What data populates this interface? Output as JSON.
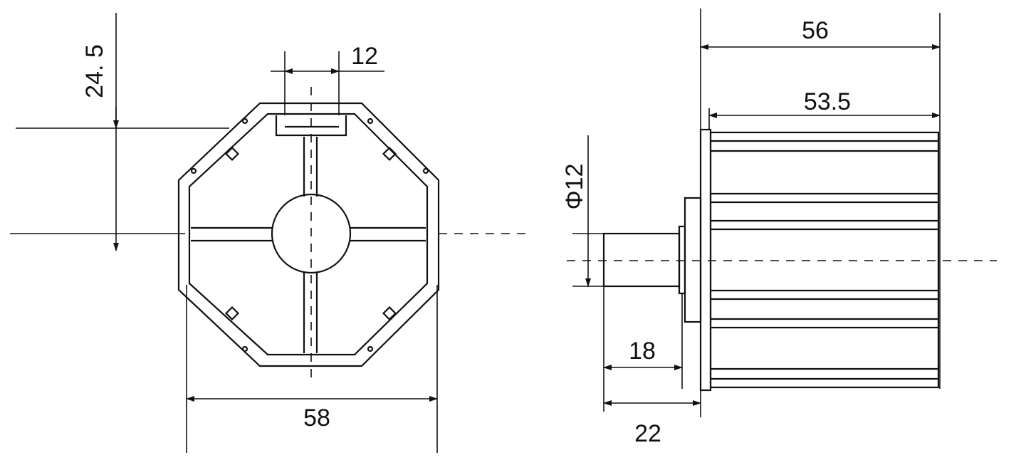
{
  "front_view": {
    "dim_top_offset": "24. 5",
    "dim_groove_width": "12",
    "dim_width": "58"
  },
  "side_view": {
    "dim_overall_length": "56",
    "dim_body_length": "53.5",
    "dim_shaft_diameter": "Φ12",
    "dim_shaft_length": "18",
    "dim_shaft_total": "22"
  },
  "colors": {
    "line": "#111111",
    "background": "#ffffff"
  }
}
